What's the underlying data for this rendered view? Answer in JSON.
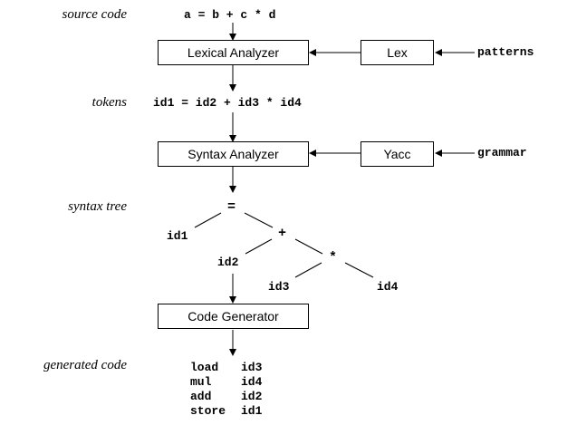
{
  "labels": {
    "source_code": "source code",
    "tokens": "tokens",
    "syntax_tree": "syntax tree",
    "generated_code": "generated code"
  },
  "source_expr": "a = b + c * d",
  "token_expr": "id1 = id2 + id3 * id4",
  "boxes": {
    "lexical_analyzer": "Lexical Analyzer",
    "lex": "Lex",
    "syntax_analyzer": "Syntax Analyzer",
    "yacc": "Yacc",
    "code_generator": "Code Generator"
  },
  "inputs": {
    "patterns": "patterns",
    "grammar": "grammar"
  },
  "tree": {
    "root": "=",
    "plus": "+",
    "times": "*",
    "id1": "id1",
    "id2": "id2",
    "id3": "id3",
    "id4": "id4"
  },
  "generated": [
    {
      "op": "load",
      "arg": "id3"
    },
    {
      "op": "mul",
      "arg": "id4"
    },
    {
      "op": "add",
      "arg": "id2"
    },
    {
      "op": "store",
      "arg": "id1"
    }
  ]
}
